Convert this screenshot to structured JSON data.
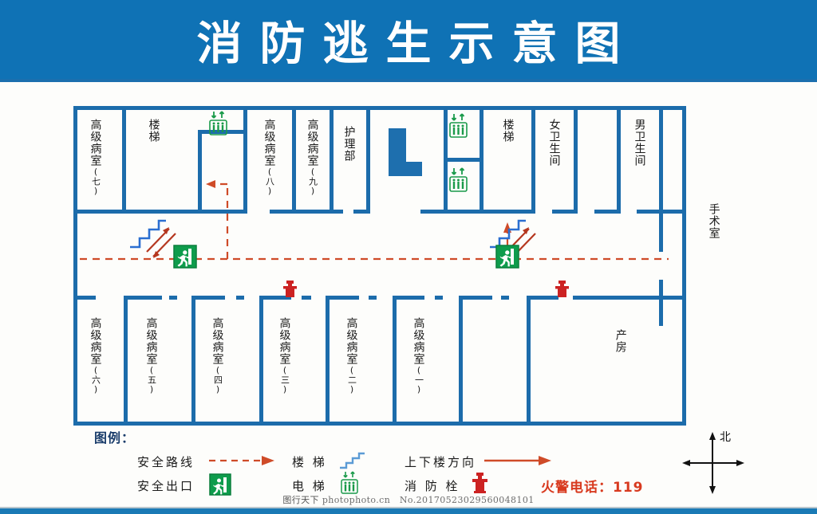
{
  "header": {
    "title": "消防逃生示意图",
    "banner_color": "#0f72b5",
    "title_color": "#ffffff"
  },
  "colors": {
    "wall": "#1c6cab",
    "route": "#cf4b28",
    "exit_green": "#139e4e",
    "hydrant_red": "#cc2222",
    "emergency_red": "#d83a1f",
    "banner": "#0f72b5"
  },
  "plan": {
    "top_rooms": [
      {
        "name": "高级病室",
        "number": "(七)"
      },
      {
        "name": "楼梯",
        "number": ""
      },
      {
        "name": "高级病室",
        "number": "(八)"
      },
      {
        "name": "高级病室",
        "number": "(九)"
      },
      {
        "name": "护理部",
        "number": ""
      },
      {
        "name": "楼梯",
        "number": ""
      },
      {
        "name": "女卫生间",
        "number": ""
      },
      {
        "name": "男卫生间",
        "number": ""
      }
    ],
    "right_room": {
      "name": "手术室",
      "number": ""
    },
    "bottom_rooms": [
      {
        "name": "高级病室",
        "number": "(六)"
      },
      {
        "name": "高级病室",
        "number": "(五)"
      },
      {
        "name": "高级病室",
        "number": "(四)"
      },
      {
        "name": "高级病室",
        "number": "(三)"
      },
      {
        "name": "高级病室",
        "number": "(二)"
      },
      {
        "name": "高级病室",
        "number": "(一)"
      },
      {
        "name": "产房",
        "number": ""
      }
    ],
    "icons": {
      "elevator": "elevator-icon",
      "stairs": "stairs-icon",
      "exit": "emergency-exit-icon",
      "hydrant": "fire-hydrant-icon"
    },
    "elevator_count": 3,
    "exit_sign_count": 2,
    "hydrant_count": 2,
    "stairs_count": 2
  },
  "legend": {
    "title": "图例：",
    "items": [
      {
        "label": "安全路线",
        "icon": "dashed-arrow-icon"
      },
      {
        "label": "安全出口",
        "icon": "emergency-exit-icon"
      },
      {
        "label": "楼 梯",
        "icon": "stairs-icon"
      },
      {
        "label": "电 梯",
        "icon": "elevator-icon"
      },
      {
        "label": "上下楼方向",
        "icon": "solid-arrow-icon"
      },
      {
        "label": "消 防 栓",
        "icon": "fire-hydrant-icon"
      }
    ],
    "emergency_phone": "火警电话：119",
    "compass_label": "北"
  },
  "watermark": {
    "site_cn": "图行天下",
    "site_en": "photophoto.cn",
    "id": "No.20170523029560048101"
  }
}
